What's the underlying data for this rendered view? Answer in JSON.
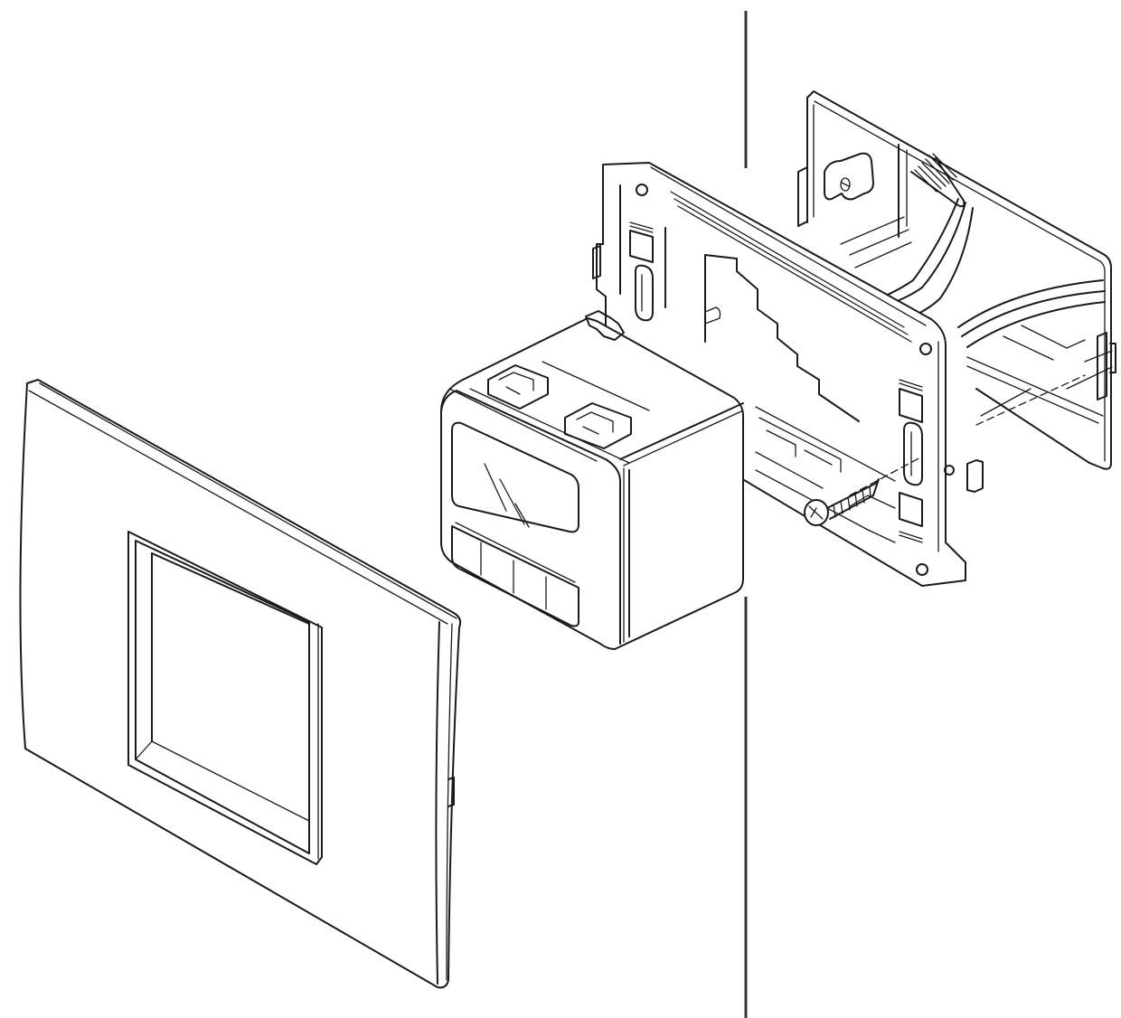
{
  "diagram": {
    "type": "exploded-assembly",
    "stroke_color": "#1a1a1a",
    "background_color": "#ffffff",
    "parts": [
      {
        "id": "cover-plate",
        "label": "Cover plate with square window"
      },
      {
        "id": "device-module",
        "label": "Display device module with four buttons and top terminals"
      },
      {
        "id": "mounting-frame",
        "label": "Mounting support frame"
      },
      {
        "id": "fixing-screw",
        "label": "Fixing screw"
      },
      {
        "id": "wall-box",
        "label": "Flush-mount wall box with cables and corrugated conduit"
      },
      {
        "id": "wall-line",
        "label": "Wall surface line"
      }
    ]
  }
}
